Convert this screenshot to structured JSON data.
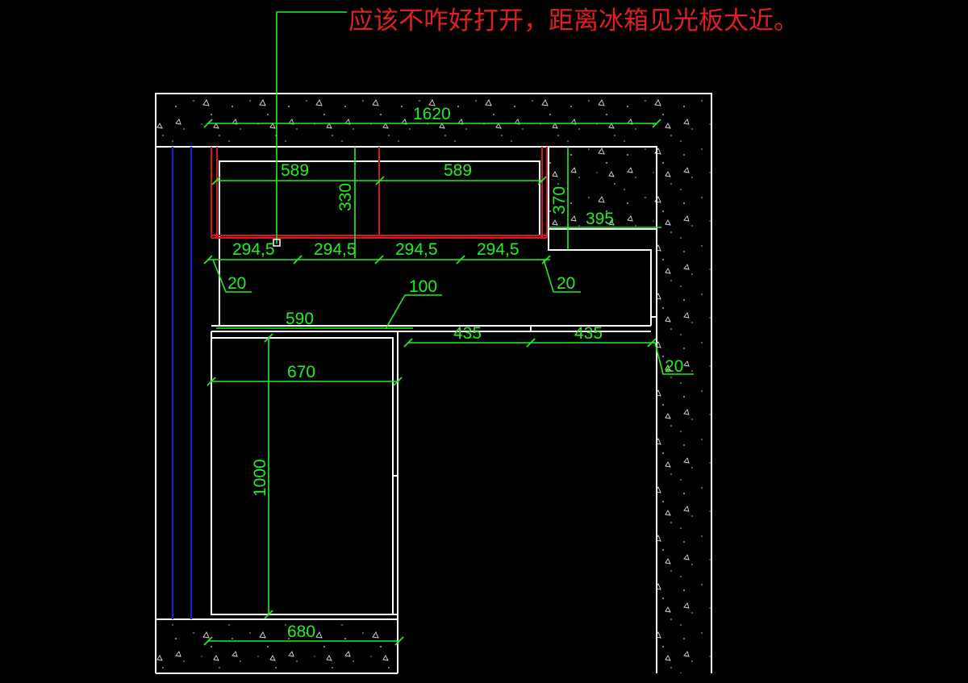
{
  "annotation": {
    "note": "应该不咋好打开，距离冰箱见光板太近。"
  },
  "dimensions": {
    "overall_width": "1620",
    "upper_cab_left": "589",
    "upper_cab_right": "589",
    "upper_cab_height": "330",
    "corner_height": "370",
    "corner_width": "395",
    "module_1": "294,5",
    "module_2": "294,5",
    "module_3": "294,5",
    "module_4": "294,5",
    "gap_left": "20",
    "gap_mid": "20",
    "leader_100": "100",
    "width_590": "590",
    "width_435_a": "435",
    "width_435_b": "435",
    "gap_right": "20",
    "fridge_width": "670",
    "fridge_depth": "1000",
    "bottom_width": "680"
  },
  "colors": {
    "background": "#000000",
    "walls": "#ffffff",
    "dimensions": "#22ee22",
    "annotation": "#e02020",
    "cabinet_edge": "#d81818",
    "vertical_rail": "#2020d0"
  }
}
